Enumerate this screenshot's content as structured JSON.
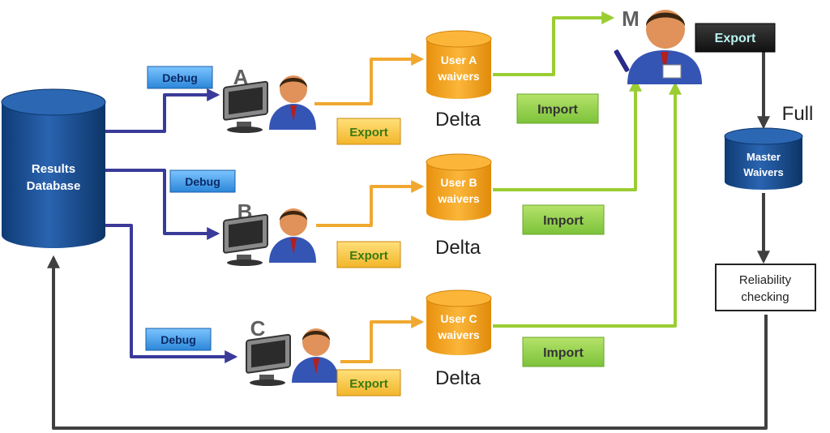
{
  "results_db": {
    "line1": "Results",
    "line2": "Database"
  },
  "users": [
    {
      "letter": "A",
      "debug_label": "Debug",
      "export_label": "Export",
      "waiver_line1": "User A",
      "waiver_line2": "waivers",
      "delta_label": "Delta",
      "import_label": "Import"
    },
    {
      "letter": "B",
      "debug_label": "Debug",
      "export_label": "Export",
      "waiver_line1": "User B",
      "waiver_line2": "waivers",
      "delta_label": "Delta",
      "import_label": "Import"
    },
    {
      "letter": "C",
      "debug_label": "Debug",
      "export_label": "Export",
      "waiver_line1": "User C",
      "waiver_line2": "waivers",
      "delta_label": "Delta",
      "import_label": "Import"
    }
  ],
  "master": {
    "letter": "M",
    "export_label": "Export",
    "full_label": "Full",
    "db_line1": "Master",
    "db_line2": "Waivers"
  },
  "reliability": {
    "line1": "Reliability",
    "line2": "checking"
  },
  "colors": {
    "db_blue": "#1f4e8c",
    "waiver_orange": "#f5a623",
    "import_green": "#92d050",
    "export_yellow": "#f7c948",
    "debug_blue": "#3d9be9",
    "flow_navy": "#3a3a9a",
    "flow_orange": "#f0a830",
    "flow_green": "#9acd32",
    "flow_gray": "#404040"
  },
  "icons": [
    "database-icon",
    "user-at-computer-icon",
    "manager-icon"
  ]
}
